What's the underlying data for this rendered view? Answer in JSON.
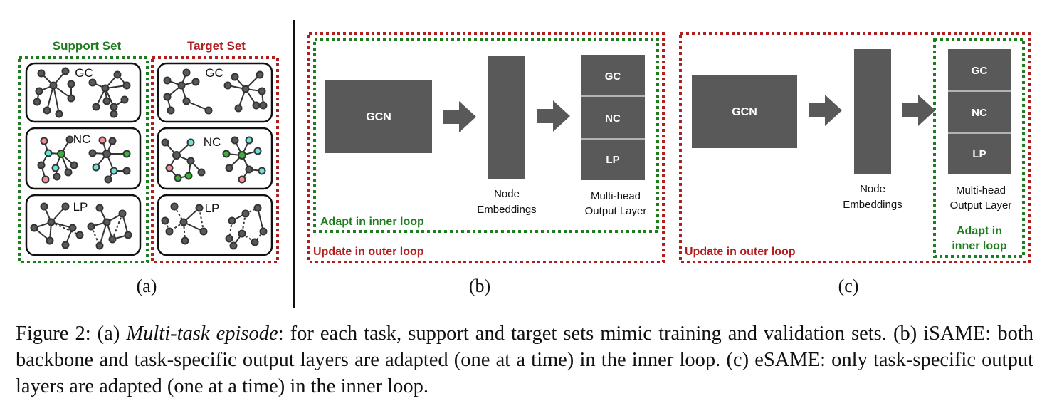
{
  "panel_a": {
    "support_set_label": "Support Set",
    "target_set_label": "Target Set",
    "task_labels": [
      "GC",
      "NC",
      "LP"
    ],
    "sublabel": "(a)"
  },
  "panel_b": {
    "gcn_label": "GCN",
    "node_embeddings_label": [
      "Node",
      "Embeddings"
    ],
    "output_layer_label": [
      "Multi-head",
      "Output Layer"
    ],
    "heads": [
      "GC",
      "NC",
      "LP"
    ],
    "inner_loop_label": "Adapt in inner loop",
    "outer_loop_label": "Update in outer loop",
    "sublabel": "(b)"
  },
  "panel_c": {
    "gcn_label": "GCN",
    "node_embeddings_label": [
      "Node",
      "Embeddings"
    ],
    "output_layer_label": [
      "Multi-head",
      "Output Layer"
    ],
    "heads": [
      "GC",
      "NC",
      "LP"
    ],
    "inner_loop_label": [
      "Adapt in",
      "inner loop"
    ],
    "outer_loop_label": "Update in outer loop",
    "sublabel": "(c)"
  },
  "caption": {
    "prefix": "Figure 2: (a) ",
    "episode_term": "Multi-task episode",
    "text": ": for each task, support and target sets mimic training and validation sets. (b) iSAME: both backbone and task-specific output layers are adapted (one at a time) in the inner loop. (c) eSAME: only task-specific output layers are adapted (one at a time) in the inner loop."
  },
  "colors": {
    "green": "#1e7d1e",
    "red": "#b01e1e",
    "block": "#595959",
    "node": "#595959",
    "node_pink": "#f28b9c",
    "node_cyan": "#6fe0d6",
    "node_green": "#3fae3f"
  }
}
